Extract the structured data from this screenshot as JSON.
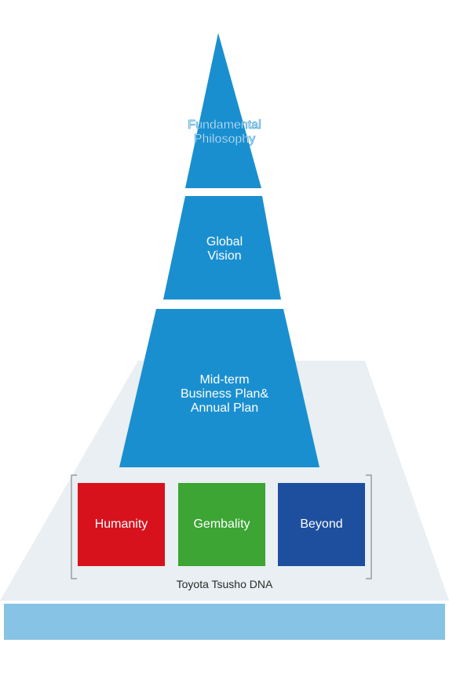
{
  "pyramid": {
    "tiers": [
      {
        "lines": [
          "Fundamental",
          "Philosophy"
        ],
        "color": "#1a8fd0"
      },
      {
        "lines": [
          "Global",
          "Vision"
        ],
        "color": "#1a8fd0"
      },
      {
        "lines": [
          "Mid-term",
          "Business Plan&",
          "Annual Plan"
        ],
        "color": "#1a8fd0"
      }
    ]
  },
  "dna": {
    "values": [
      {
        "label": "Humanity",
        "color": "#d7121d"
      },
      {
        "label": "Gembality",
        "color": "#3ca534"
      },
      {
        "label": "Beyond",
        "color": "#1d4f9e"
      }
    ],
    "caption": "Toyota Tsusho DNA",
    "base_color": "#eaf0f3",
    "platform_color": "#85c2e4"
  }
}
